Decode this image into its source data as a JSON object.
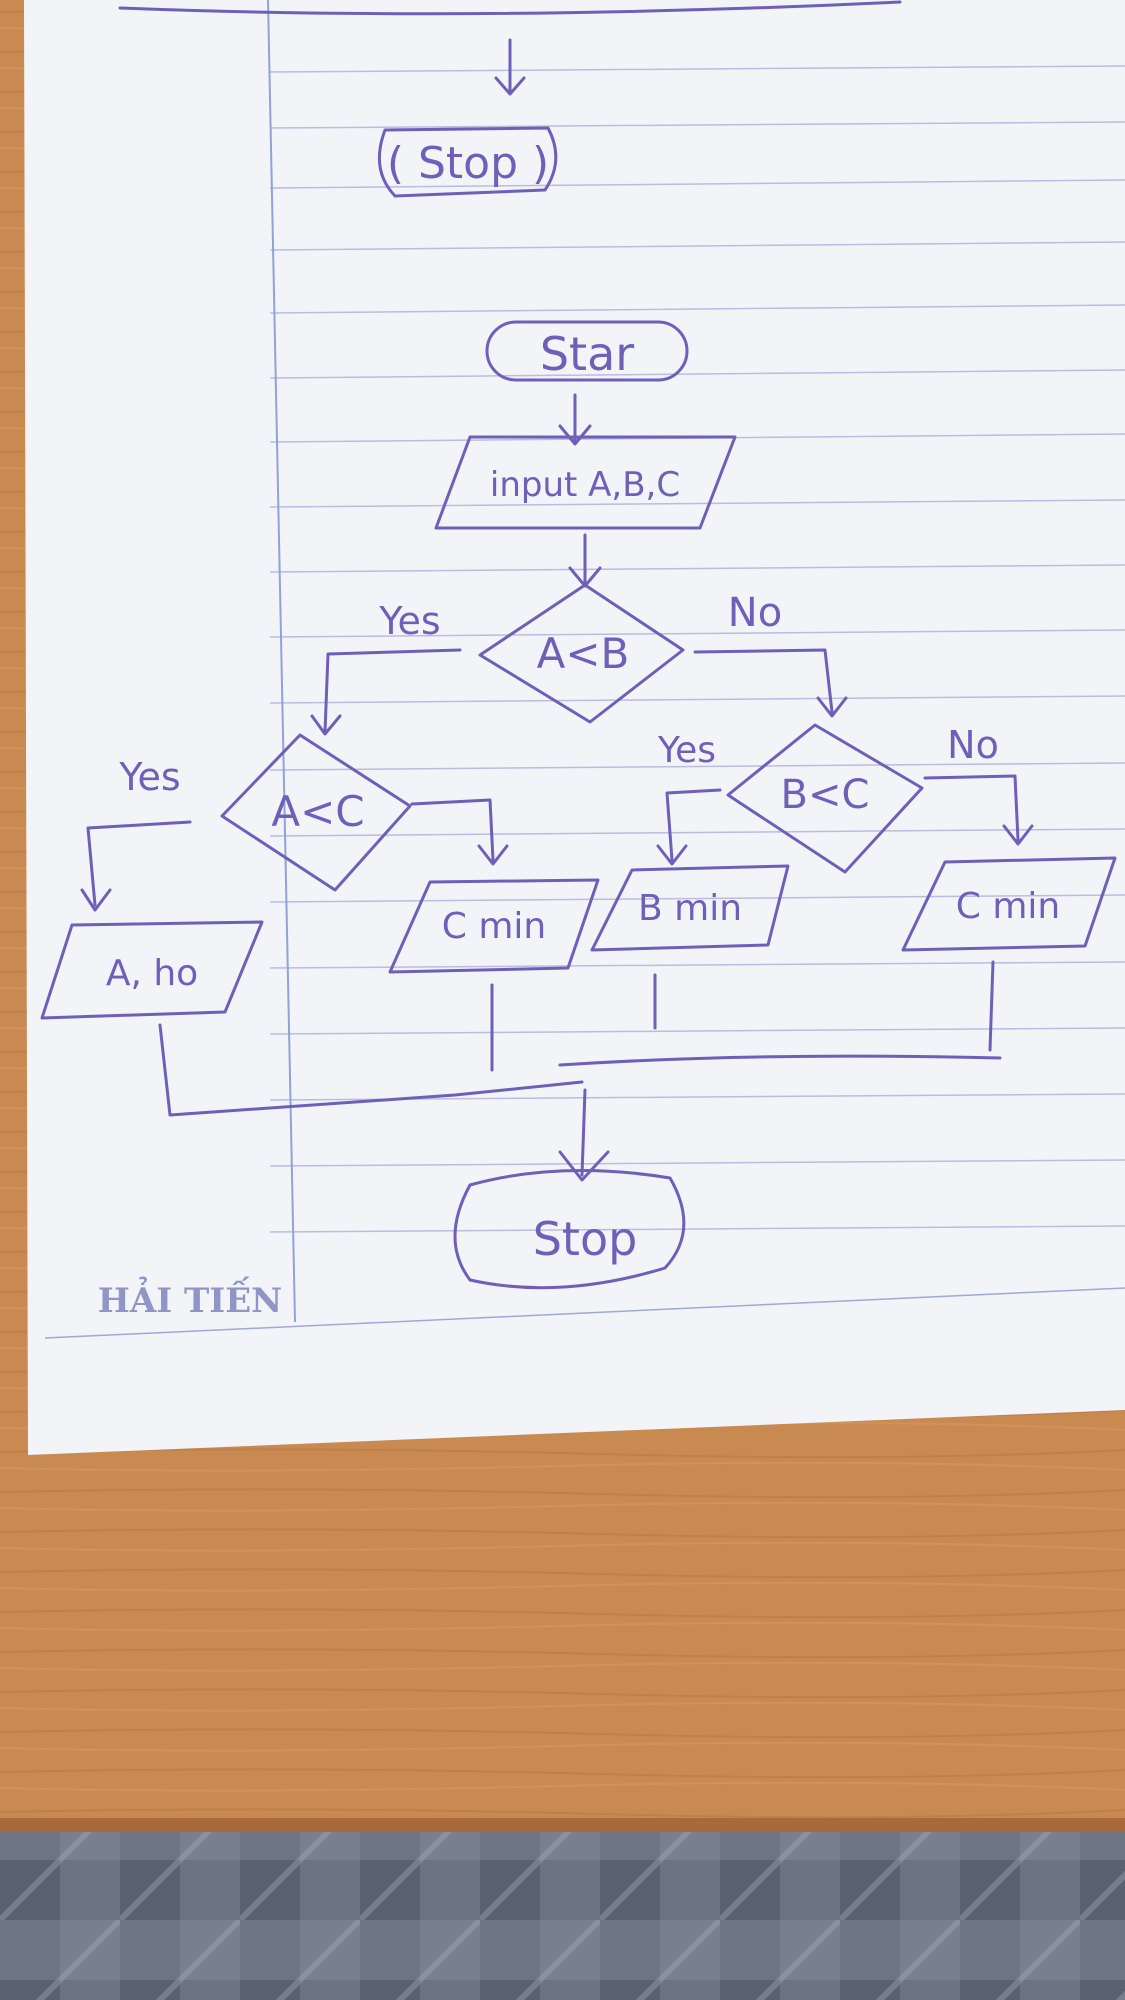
{
  "flowchart": {
    "top_stop": "( Stop )",
    "start": "Star",
    "input": "input A,B,C",
    "decision_ab": "A<B",
    "decision_ab_yes": "Yes",
    "decision_ab_no": "No",
    "decision_ac": "A<C",
    "decision_ac_yes": "Yes",
    "decision_bc": "B<C",
    "decision_bc_yes": "Yes",
    "decision_bc_no": "No",
    "out_a": "A, ho",
    "out_c_left": "C min",
    "out_b": "B min",
    "out_c_right": "C min",
    "end": "Stop"
  },
  "notebook": {
    "brand": "HẢI TIẾN"
  },
  "colors": {
    "ink": "#6f5fb8",
    "paper": "#f3f4f8",
    "rule_line": "#b9bde0",
    "margin_line": "#8fa3d8",
    "desk": "#c98a52",
    "cloth": "#5e6675"
  }
}
